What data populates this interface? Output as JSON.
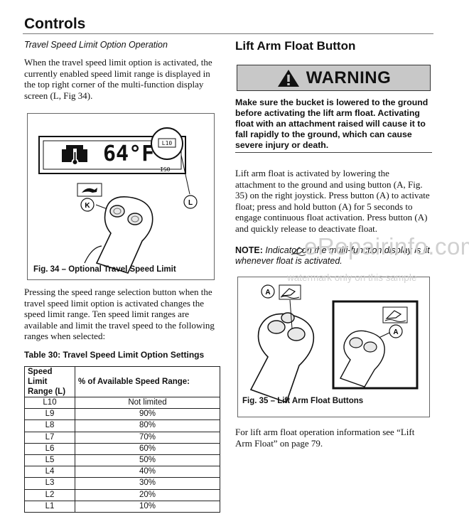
{
  "header": {
    "title": "Controls"
  },
  "left": {
    "section_title": "Travel Speed Limit Option Operation",
    "para1": "When the travel speed limit option is activated, the currently enabled speed limit range is displayed in the top right corner of the multi-function display screen (L, Fig 34).",
    "figure": {
      "display_temp": "64°F",
      "display_range": "L10",
      "display_iso": "ISO",
      "callout_k": "K",
      "callout_l": "L",
      "caption": "Fig. 34 – Optional Travel Speed Limit"
    },
    "para2": "Pressing the speed range selection button when the travel speed limit option is activated changes the speed limit range. Ten speed limit ranges are available and limit the travel speed to the following ranges when selected:",
    "table": {
      "title": "Table 30: Travel Speed Limit Option Settings",
      "headers": [
        "Speed Limit Range (L)",
        "% of Available Speed Range:"
      ],
      "rows": [
        [
          "L10",
          "Not limited"
        ],
        [
          "L9",
          "90%"
        ],
        [
          "L8",
          "80%"
        ],
        [
          "L7",
          "70%"
        ],
        [
          "L6",
          "60%"
        ],
        [
          "L5",
          "50%"
        ],
        [
          "L4",
          "40%"
        ],
        [
          "L3",
          "30%"
        ],
        [
          "L2",
          "20%"
        ],
        [
          "L1",
          "10%"
        ]
      ]
    }
  },
  "right": {
    "section_title": "Lift Arm Float Button",
    "warning_label": "WARNING",
    "warning_text": "Make sure the bucket is lowered to the ground before activating the lift arm float. Activating float with an attachment raised will cause it to fall rapidly to the ground, which can cause severe injury or death.",
    "para1": "Lift arm float is activated by lowering the attachment to the ground and using button (A, Fig. 35) on the right joystick. Press button (A) to activate float; press and hold button (A) for 5 seconds to engage continuous float activation. Press button (A) and quickly release to deactivate float.",
    "note_label": "NOTE:",
    "note_text": "Indicator     on the multi-function display is lit whenever float is activated.",
    "figure": {
      "callout_a1": "A",
      "callout_a2": "A",
      "caption": "Fig. 35 – Lift Arm Float Buttons"
    },
    "para2": "For lift arm float operation information see “Lift Arm Float” on page 79."
  },
  "watermark": {
    "line1": "eRepairinfo.com",
    "line2": "watermark only on this sample"
  },
  "colors": {
    "warning_bg": "#c8c8c8",
    "watermark": "#d0d0d0"
  }
}
